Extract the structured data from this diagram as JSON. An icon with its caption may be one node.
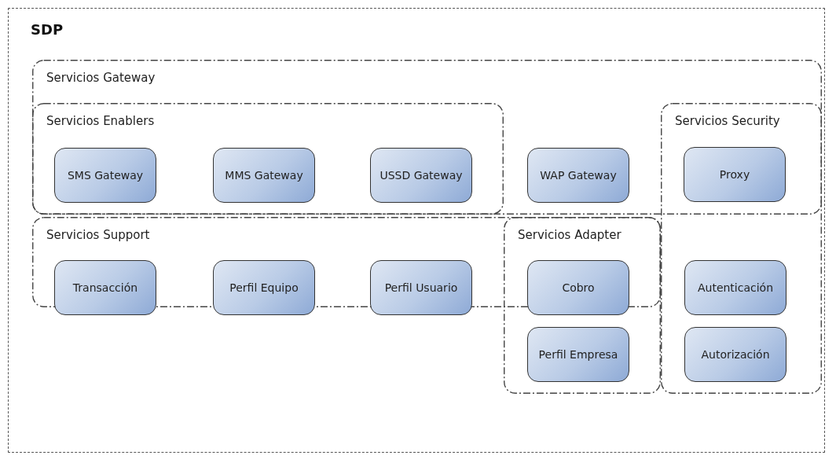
{
  "diagram": {
    "nodes": [
      {
        "text": [
          "SDP"
        ]
      },
      {
        "text": [
          "Servicios Gateway"
        ],
        "in": 0
      },
      {
        "text": [
          "Servicios Enablers"
        ],
        "in": 1
      },
      {
        "text": [
          "SMS Gateway"
        ],
        "in": 2
      },
      {
        "text": [
          "MMS Gateway"
        ],
        "in": 2
      },
      {
        "text": [
          "USSD Gateway"
        ],
        "in": 2
      },
      {
        "text": [
          "WAP Gateway"
        ],
        "in": 1
      },
      {
        "text": [
          "Servicios Security"
        ],
        "in": 0
      },
      {
        "text": [
          "Proxy"
        ]
      },
      {
        "text": [
          "Servicios Support"
        ],
        "in": 0
      },
      {
        "text": [
          "Transacción"
        ],
        "in": 9
      },
      {
        "text": [
          "Perfil Equipo"
        ],
        "in": 9
      },
      {
        "text": [
          "Perfil Usuario"
        ],
        "in": 9
      },
      {
        "text": [
          "Servicios Adapter"
        ],
        "in": 0
      },
      {
        "text": [
          "Cobro"
        ],
        "in": 13
      },
      {
        "text": [
          "Autenticación"
        ],
        "in": 7
      },
      {
        "text": [
          "Perfil Empresa"
        ],
        "in": 13
      },
      {
        "text": [
          "Autorización"
        ],
        "in": 7
      }
    ]
  }
}
